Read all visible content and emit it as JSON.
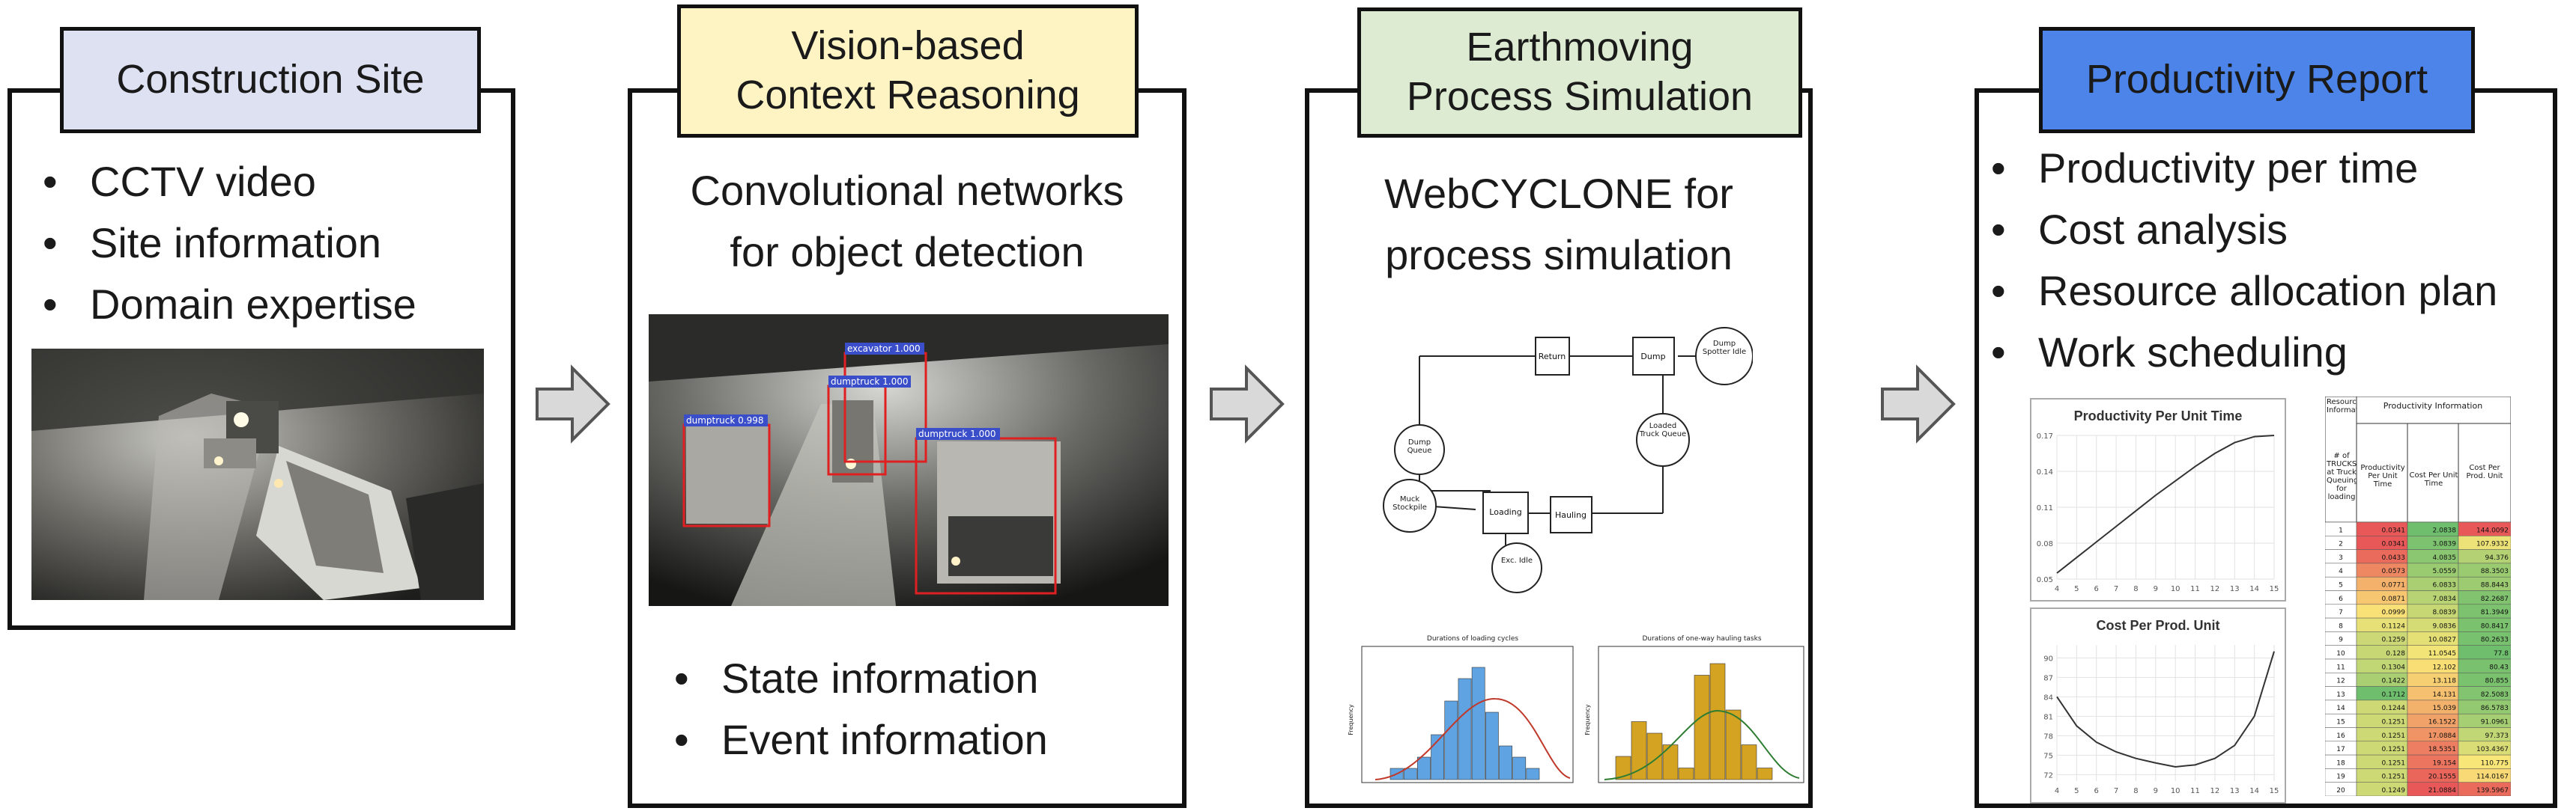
{
  "panel1": {
    "title": "Construction Site",
    "bullets": [
      "CCTV video",
      "Site information",
      "Domain expertise"
    ]
  },
  "panel2": {
    "title_line1": "Vision-based",
    "title_line2": "Context Reasoning",
    "subtitle_line1": "Convolutional networks",
    "subtitle_line2": "for object detection",
    "detections": [
      "excavator 1.000",
      "dumptruck 1.000",
      "dumptruck 0.998",
      "dumptruck 1.000"
    ],
    "bullets": [
      "State information",
      "Event information"
    ]
  },
  "panel3": {
    "title_line1": "Earthmoving",
    "title_line2": "Process Simulation",
    "subtitle_line1": "WebCYCLONE for",
    "subtitle_line2": "process simulation",
    "network_nodes": [
      "Return",
      "Dump",
      "Dump Spotter Idle",
      "Dump Queue",
      "Loaded Truck Queue",
      "Muck Stockpile",
      "Loading",
      "Hauling",
      "Exc. Idle"
    ],
    "hist1_title": "Durations of loading cycles",
    "hist2_title": "Durations of one-way hauling tasks",
    "hist_ylabel": "Frequency",
    "hist1_bars": [
      1,
      1,
      2,
      4,
      7,
      9,
      10,
      6,
      3,
      2,
      1
    ],
    "hist2_bars": [
      2,
      5,
      4,
      3,
      1,
      9,
      10,
      6,
      3,
      1
    ]
  },
  "panel4": {
    "title": "Productivity Report",
    "bullets": [
      "Productivity per time",
      "Cost analysis",
      "Resource allocation plan",
      "Work scheduling"
    ],
    "chart1_title": "Productivity Per Unit Time",
    "chart2_title": "Cost Per Prod. Unit",
    "table_header_left": "Resource Information",
    "table_header_right": "Productivity Information",
    "table_col1": "# of TRUCKS at Truck Queuing for loading",
    "table_col2": "Productivity Per Unit Time",
    "table_col3": "Cost Per Unit Time",
    "table_col4": "Cost Per Prod. Unit"
  },
  "chart_data": [
    {
      "type": "line",
      "title": "Productivity Per Unit Time",
      "x": [
        4,
        5,
        6,
        7,
        8,
        9,
        10,
        11,
        12,
        13,
        14,
        15
      ],
      "y": [
        0.055,
        0.068,
        0.081,
        0.094,
        0.107,
        0.12,
        0.132,
        0.144,
        0.155,
        0.164,
        0.169,
        0.17
      ],
      "yticks": [
        "0.05",
        "0.08",
        "0.11",
        "0.14",
        "0.17"
      ],
      "xticks": [
        "4",
        "5",
        "6",
        "7",
        "8",
        "9",
        "10",
        "11",
        "12",
        "13",
        "14",
        "15"
      ],
      "ylim": [
        0.05,
        0.17
      ]
    },
    {
      "type": "line",
      "title": "Cost Per Prod. Unit",
      "x": [
        4,
        5,
        6,
        7,
        8,
        9,
        10,
        11,
        12,
        13,
        14,
        15
      ],
      "y": [
        84,
        79.5,
        77,
        75.5,
        74.5,
        73.8,
        73.2,
        73.5,
        74.5,
        76.5,
        81,
        91
      ],
      "yticks": [
        "72",
        "75",
        "78",
        "81",
        "84",
        "87",
        "90"
      ],
      "xticks": [
        "4",
        "5",
        "6",
        "7",
        "8",
        "9",
        "10",
        "11",
        "12",
        "13",
        "14",
        "15"
      ],
      "ylim": [
        71,
        92
      ]
    }
  ],
  "table_rows": [
    [
      "1",
      "0.0341",
      "2.0838",
      "144.0092"
    ],
    [
      "2",
      "0.0341",
      "3.0839",
      "107.9332"
    ],
    [
      "3",
      "0.0433",
      "4.0835",
      "94.376"
    ],
    [
      "4",
      "0.0573",
      "5.0559",
      "88.3503"
    ],
    [
      "5",
      "0.0771",
      "6.0833",
      "88.8443"
    ],
    [
      "6",
      "0.0871",
      "7.0834",
      "82.2687"
    ],
    [
      "7",
      "0.0999",
      "8.0839",
      "81.3949"
    ],
    [
      "8",
      "0.1124",
      "9.0836",
      "80.8417"
    ],
    [
      "9",
      "0.1259",
      "10.0827",
      "80.2633"
    ],
    [
      "10",
      "0.128",
      "11.0545",
      "77.8"
    ],
    [
      "11",
      "0.1304",
      "12.102",
      "80.43"
    ],
    [
      "12",
      "0.1422",
      "13.118",
      "80.855"
    ],
    [
      "13",
      "0.1712",
      "14.131",
      "82.5083"
    ],
    [
      "14",
      "0.1244",
      "15.039",
      "86.5783"
    ],
    [
      "15",
      "0.1251",
      "16.1522",
      "91.0961"
    ],
    [
      "16",
      "0.1251",
      "17.0884",
      "97.373"
    ],
    [
      "17",
      "0.1251",
      "18.5351",
      "103.4367"
    ],
    [
      "18",
      "0.1251",
      "19.154",
      "110.775"
    ],
    [
      "19",
      "0.1251",
      "20.1555",
      "114.0167"
    ],
    [
      "20",
      "0.1249",
      "21.0884",
      "139.5967"
    ]
  ]
}
